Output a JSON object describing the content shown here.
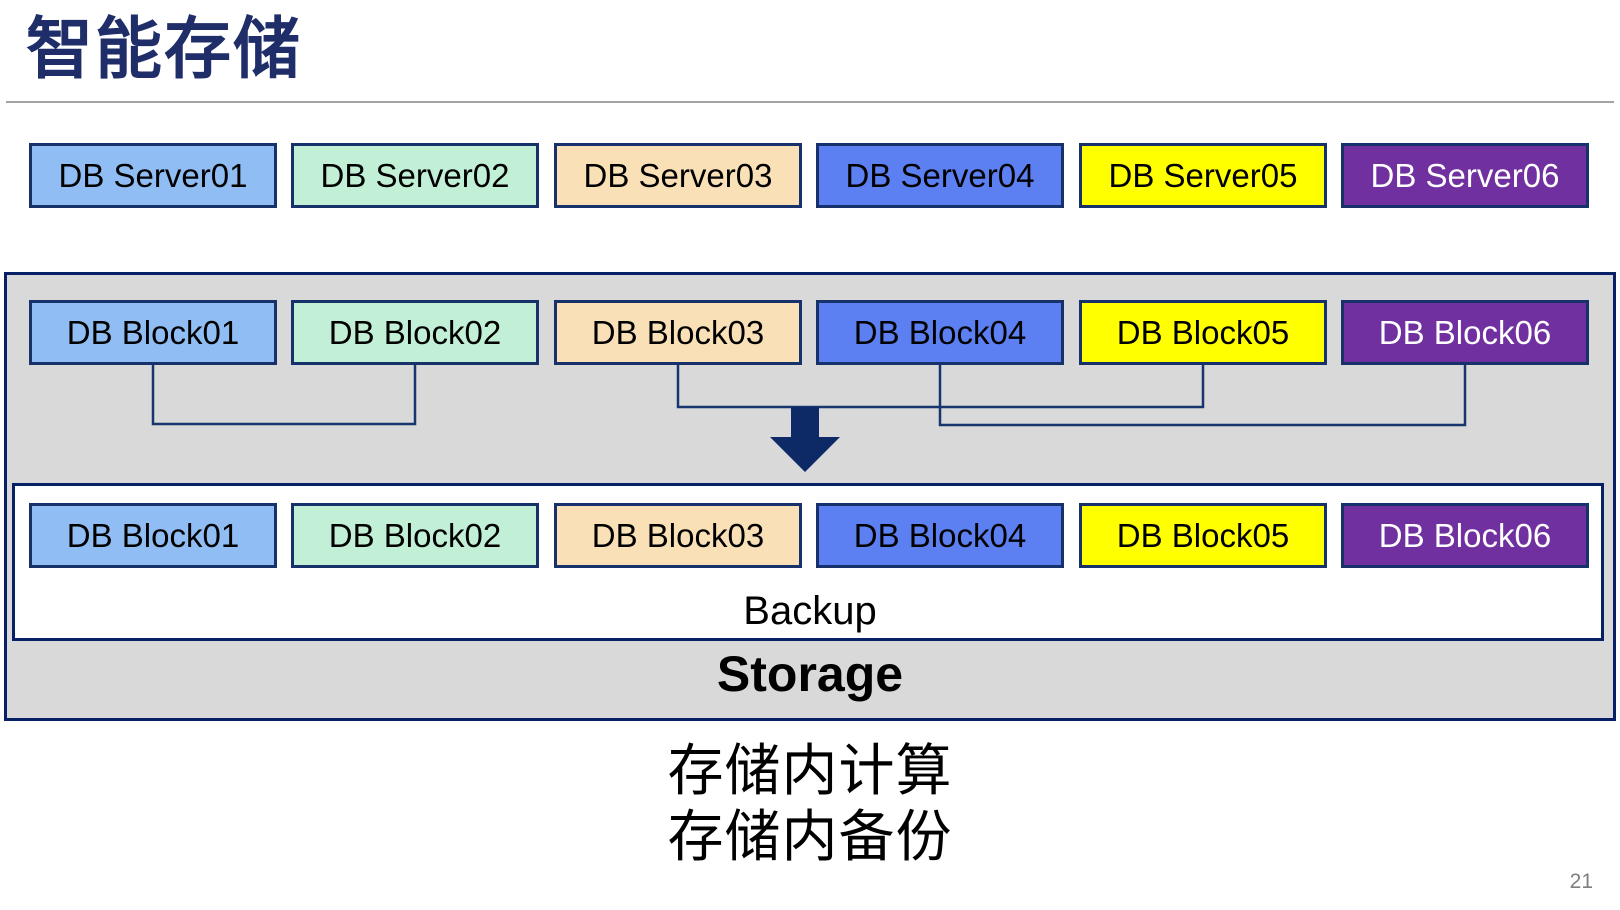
{
  "slide": {
    "title": "智能存储",
    "page_number": "21"
  },
  "servers": [
    {
      "label": "DB Server01",
      "bg": "#90BEF4",
      "fg": "#000000"
    },
    {
      "label": "DB Server02",
      "bg": "#C1F0D6",
      "fg": "#000000"
    },
    {
      "label": "DB Server03",
      "bg": "#FAE0B6",
      "fg": "#000000"
    },
    {
      "label": "DB Server04",
      "bg": "#5C80F2",
      "fg": "#000000"
    },
    {
      "label": "DB Server05",
      "bg": "#FFFF00",
      "fg": "#000000"
    },
    {
      "label": "DB Server06",
      "bg": "#7030A0",
      "fg": "#FFFFFF"
    }
  ],
  "storage_box": {
    "blocks_top": [
      {
        "label": "DB Block01",
        "bg": "#90BEF4",
        "fg": "#000000"
      },
      {
        "label": "DB Block02",
        "bg": "#C1F0D6",
        "fg": "#000000"
      },
      {
        "label": "DB Block03",
        "bg": "#FAE0B6",
        "fg": "#000000"
      },
      {
        "label": "DB Block04",
        "bg": "#5C80F2",
        "fg": "#000000"
      },
      {
        "label": "DB Block05",
        "bg": "#FFFF00",
        "fg": "#000000"
      },
      {
        "label": "DB Block06",
        "bg": "#7030A0",
        "fg": "#FFFFFF"
      }
    ],
    "blocks_bottom": [
      {
        "label": "DB Block01",
        "bg": "#90BEF4",
        "fg": "#000000"
      },
      {
        "label": "DB Block02",
        "bg": "#C1F0D6",
        "fg": "#000000"
      },
      {
        "label": "DB Block03",
        "bg": "#FAE0B6",
        "fg": "#000000"
      },
      {
        "label": "DB Block04",
        "bg": "#5C80F2",
        "fg": "#000000"
      },
      {
        "label": "DB Block05",
        "bg": "#FFFF00",
        "fg": "#000000"
      },
      {
        "label": "DB Block06",
        "bg": "#7030A0",
        "fg": "#FFFFFF"
      }
    ],
    "backup_label": "Backup",
    "storage_label": "Storage"
  },
  "annotation": {
    "line1": "存储内计算",
    "line2": "存储内备份"
  },
  "colors": {
    "title": "#1F2D69",
    "connector": "#17356F",
    "arrow": "#0D2A66"
  }
}
